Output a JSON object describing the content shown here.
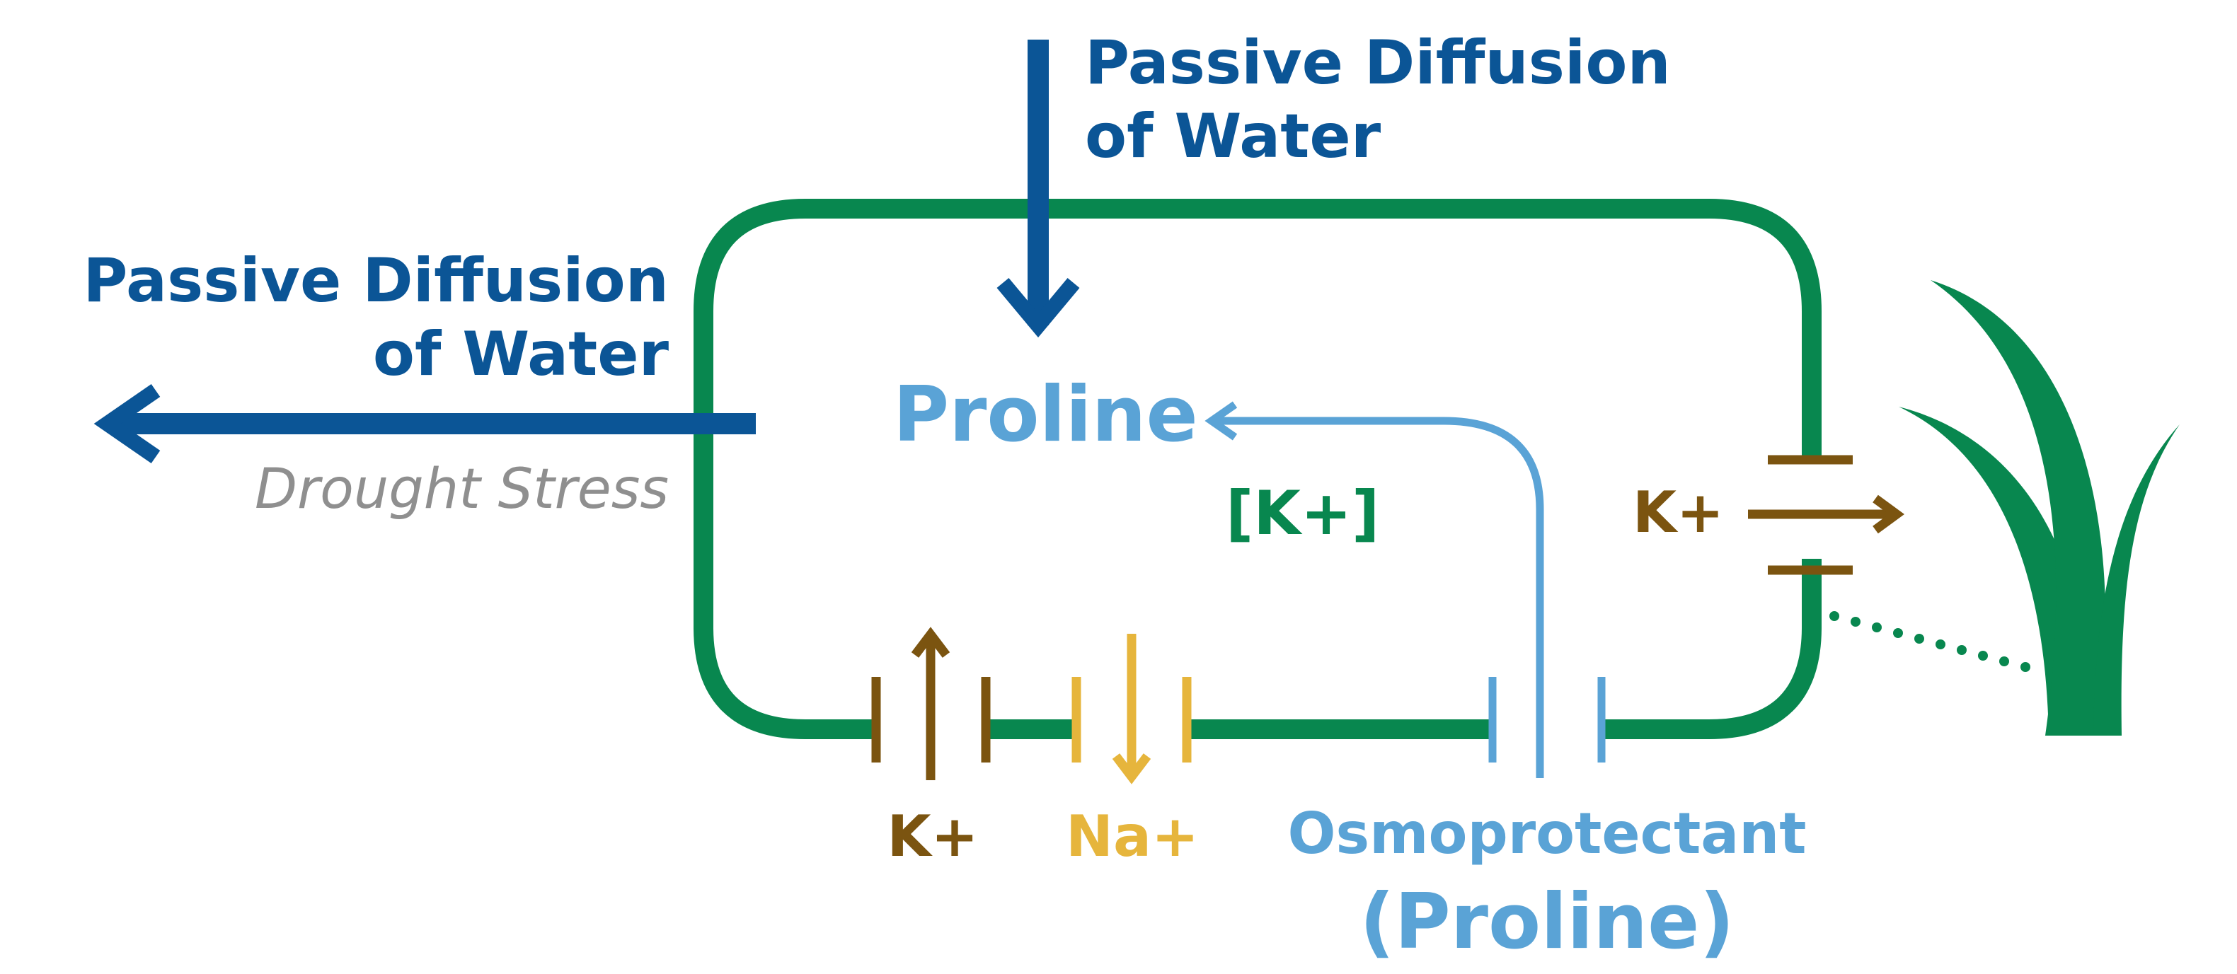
{
  "labels": {
    "top_water_line1": "Passive Diffusion",
    "top_water_line2": "of Water",
    "left_water_line1": "Passive Diffusion",
    "left_water_line2": "of Water",
    "drought": "Drought Stress",
    "proline_inside": "Proline",
    "k_conc": "[K+]",
    "k_right": "K+",
    "k_bottom": "K+",
    "na_bottom": "Na+",
    "osmo_line1": "Osmoprotectant",
    "osmo_line2": "(Proline)"
  },
  "colors": {
    "cell_membrane": "#08874f",
    "water": "#0b5596",
    "proline": "#5aa3d6",
    "potassium": "#7b5410",
    "sodium": "#e6b53c",
    "drought": "#8f8f8f",
    "grass": "#08874f"
  },
  "icons": {
    "grass": "grass-blades-icon"
  }
}
